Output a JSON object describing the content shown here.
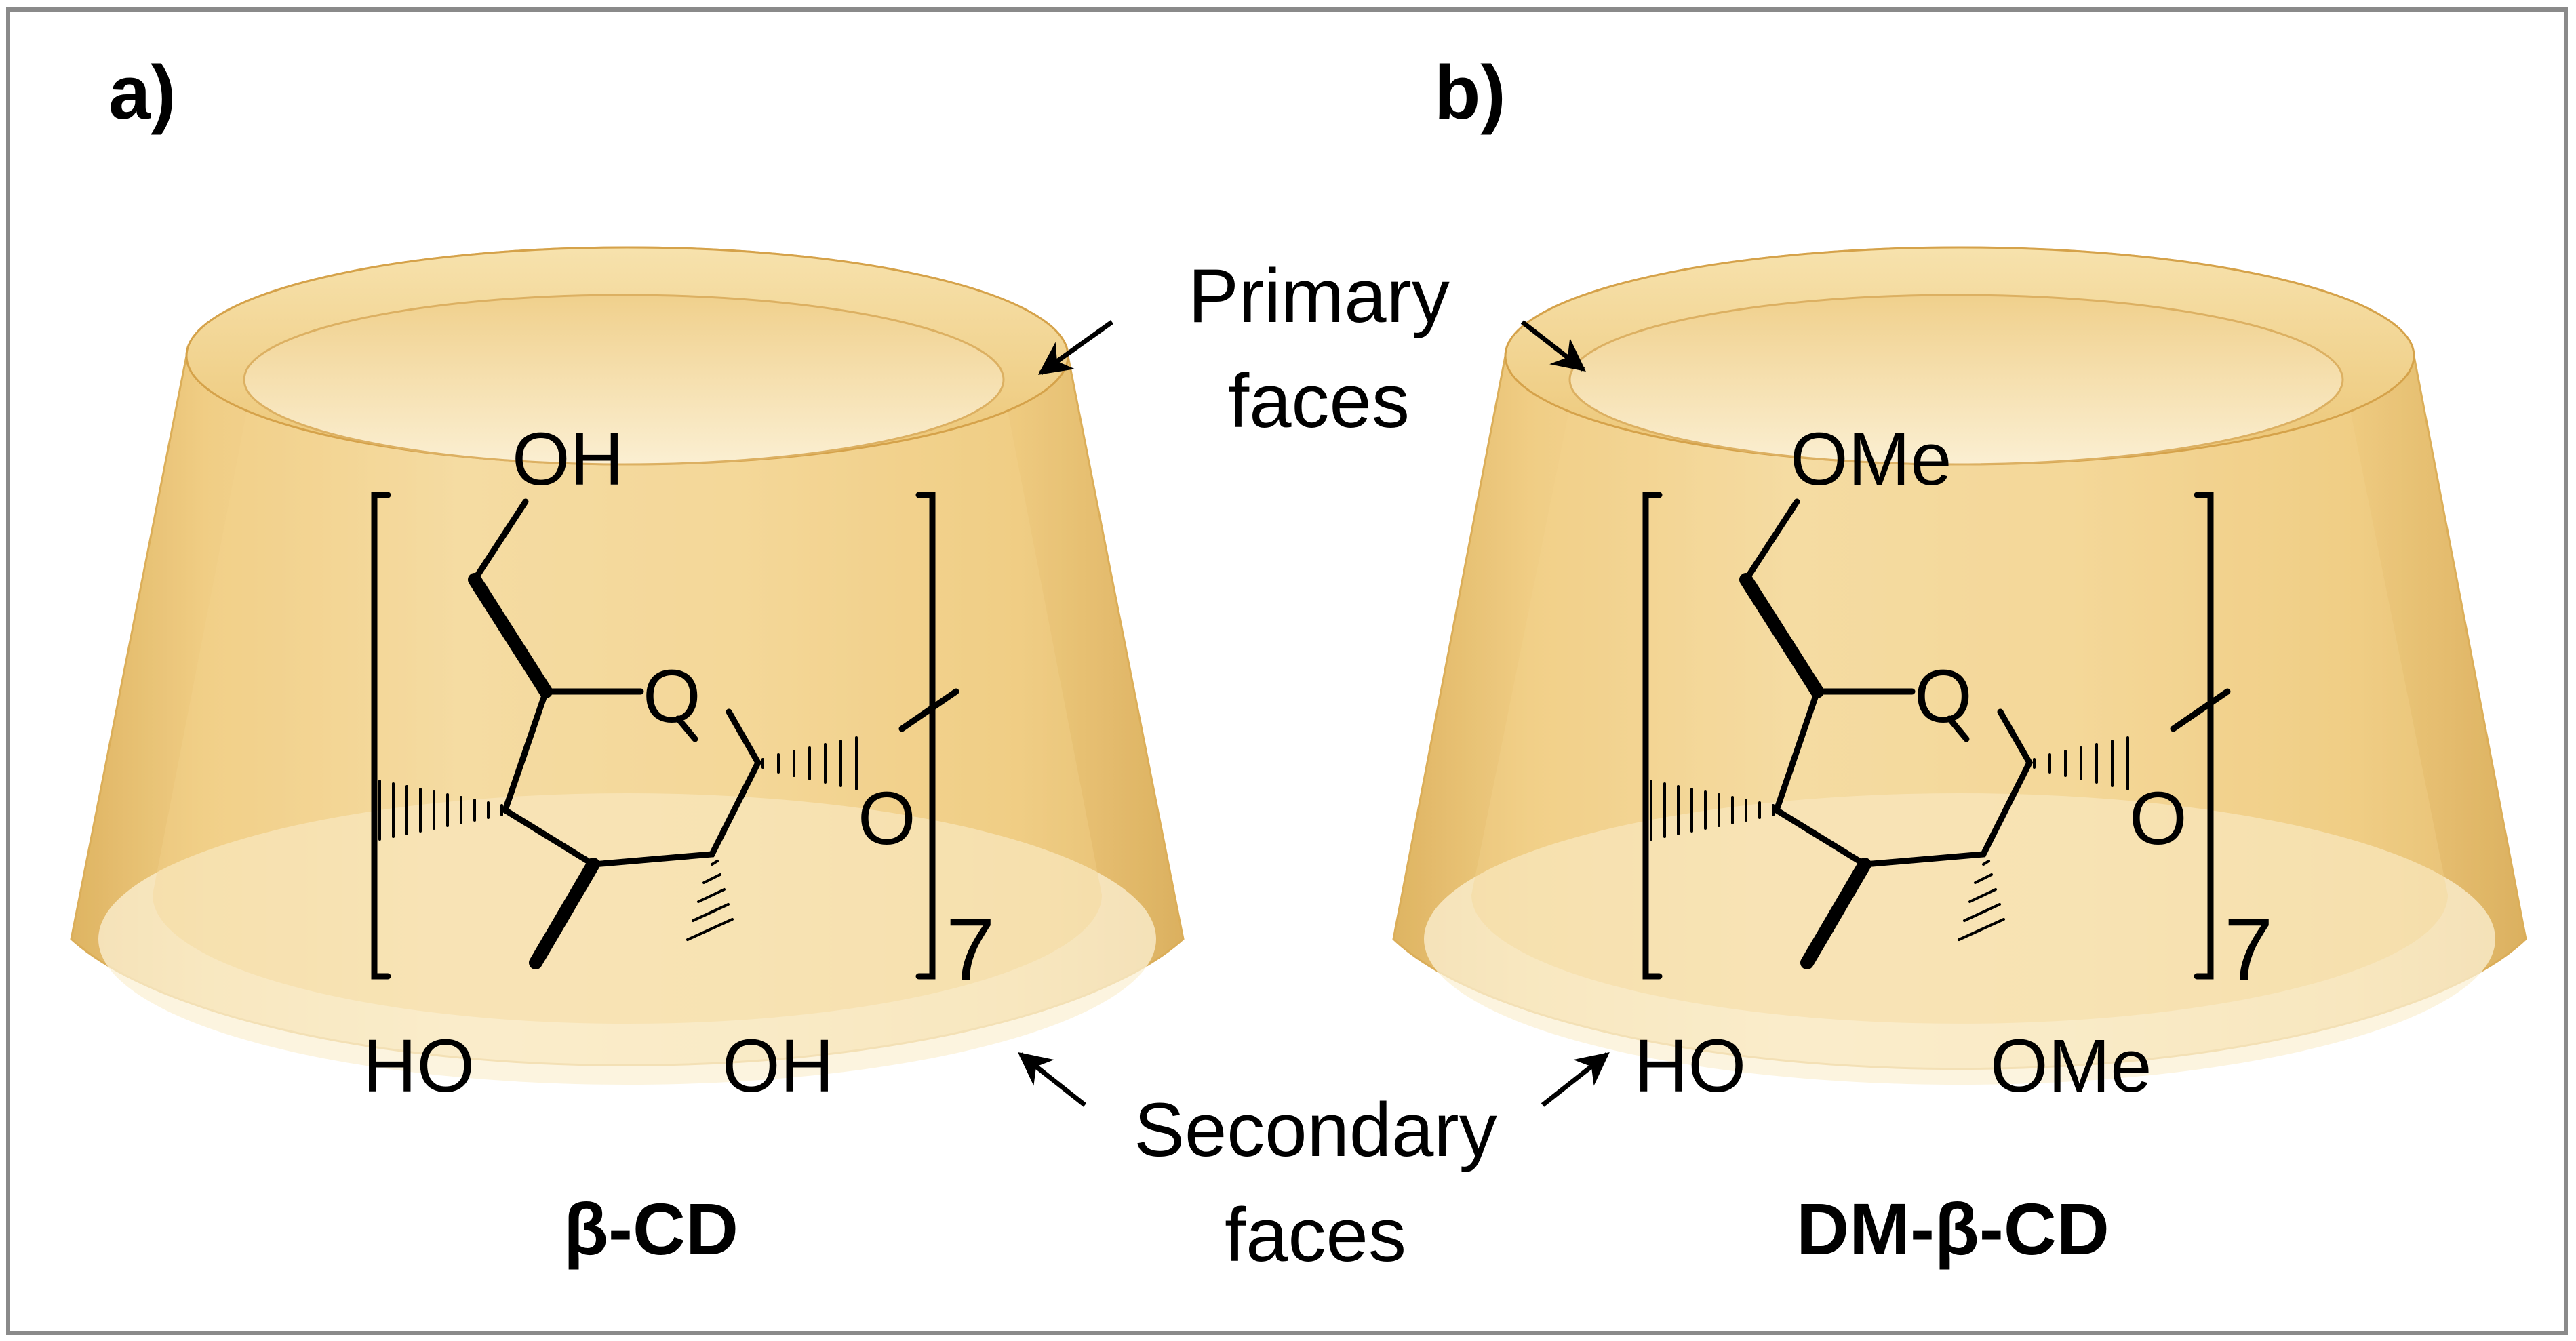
{
  "panels": [
    {
      "letter": "a)",
      "name": "β-CD",
      "labels": {
        "top": "OH",
        "left": "HO",
        "right": "OH"
      },
      "repeat": "7",
      "ring_oxygen": "O",
      "linker_oxygen": "O"
    },
    {
      "letter": "b)",
      "name": "DM-β-CD",
      "labels": {
        "top": "OMe",
        "left": "HO",
        "right": "OMe"
      },
      "repeat": "7",
      "ring_oxygen": "O",
      "linker_oxygen": "O"
    }
  ],
  "annotations": {
    "primary": [
      "Primary",
      "faces"
    ],
    "secondary": [
      "Secondary",
      "faces"
    ]
  },
  "colors": {
    "cup_light": "#f8e6b8",
    "cup_mid": "#f0cf86",
    "cup_dark": "#dcae55",
    "border": "#8a8a8a",
    "ink": "#000000"
  }
}
